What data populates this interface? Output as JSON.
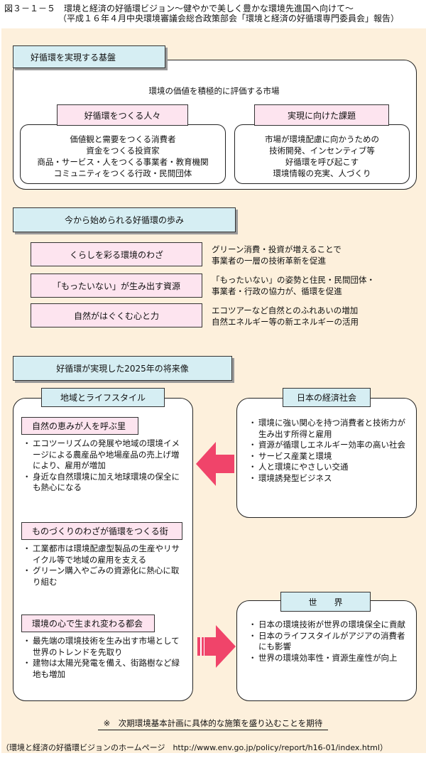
{
  "title": {
    "line1": "図３－１－５　環境と経済の好循環ビジョン～健やかで美しく豊かな環境先進国へ向けて～",
    "line2": "（平成１６年４月中央環境審議会総合政策部会「環境と経済の好循環専門委員会」報告）"
  },
  "foundation": {
    "header": "好循環を実現する基盤",
    "market": "環境の価値を積極的に評価する市場",
    "people": {
      "header": "好循環をつくる人々",
      "lines": [
        "価値観と需要をつくる消費者",
        "資金をつくる投資家",
        "商品・サービス・人をつくる事業者・教育機関",
        "コミュニティをつくる行政・民間団体"
      ]
    },
    "issues": {
      "header": "実現に向けた課題",
      "lines": [
        "市場が環境配慮に向かうための",
        "技術開発、インセンティブ等",
        "好循環を呼び起こす",
        "環境情報の充実、人づくり"
      ]
    }
  },
  "steps": {
    "header": "今から始められる好循環の歩み",
    "items": [
      {
        "label": "くらしを彩る環境のわざ",
        "desc1": "グリーン消費・投資が増えることで",
        "desc2": "事業者の一層の技術革新を促進"
      },
      {
        "label": "「もったいない」が生み出す資源",
        "desc1": "「もったいない」の姿勢と住民・民間団体・",
        "desc2": "事業者・行政の協力が、循環を促進"
      },
      {
        "label": "自然がはぐくむ心と力",
        "desc1": "エコツアーなど自然とのふれあいの増加",
        "desc2": "自然エネルギー等の新エネルギーの活用"
      }
    ]
  },
  "future": {
    "header": "好循環が実現した2025年の将来像",
    "region": {
      "header": "地域とライフスタイル",
      "blocks": [
        {
          "title": "自然の恵みが人を呼ぶ里",
          "items": [
            "エコツーリズムの発展や地域の環境イメージによる農産品や地場産品の売上げ増により、雇用が増加",
            "身近な自然環境に加え地球環境の保全にも熱心になる"
          ]
        },
        {
          "title": "ものづくりのわざが循環をつくる街",
          "items": [
            "工業都市は環境配慮型製品の生産やリサイクル等で地域の雇用を支える",
            "グリーン購入やごみの資源化に熱心に取り組む"
          ]
        },
        {
          "title": "環境の心で生まれ変わる都会",
          "items": [
            "最先端の環境技術を生み出す市場として世界のトレンドを先取り",
            "建物は太陽光発電を備え、街路樹など緑地も増加"
          ]
        }
      ]
    },
    "economy": {
      "header": "日本の経済社会",
      "items": [
        "環境に強い関心を持つ消費者と技術力が生み出す所得と雇用",
        "資源が循環しエネルギー効率の高い社会",
        "サービス産業と環境",
        "人と環境にやさしい交通",
        "環境誘発型ビジネス"
      ]
    },
    "world": {
      "header": "世　　界",
      "items": [
        "日本の環境技術が世界の環境保全に貢献",
        "日本のライフスタイルがアジアの消費者にも影響",
        "世界の環境効率性・資源生産性が向上"
      ]
    }
  },
  "note": "※　次期環境基本計画に具体的な施策を盛り込むことを期待",
  "source": "（環境と経済の好循環ビジョンのホームページ　http://www.env.go.jp/policy/report/h16-01/index.html）",
  "colors": {
    "background": "#fdf0dc",
    "blue": "#d6eef3",
    "pink": "#fde4ef",
    "arrow": "#f0446a"
  }
}
